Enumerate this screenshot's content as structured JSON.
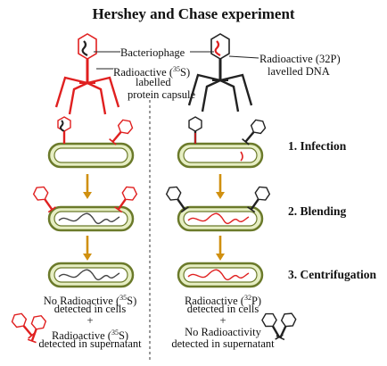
{
  "title": "Hershey and Chase experiment",
  "labels": {
    "bacteriophage": "Bacteriophage",
    "protein_capsule": {
      "prefix": "Radioactive (",
      "isotope_mass": "35",
      "isotope_symbol": "S)",
      "line2": "labelled",
      "line3": "protein capsule"
    },
    "dna": {
      "prefix": "Radioactive (32P)",
      "line2": "lavelled DNA"
    }
  },
  "steps": [
    "1. Infection",
    "2. Blending",
    "3. Centrifugation"
  ],
  "results": {
    "left": {
      "line1_prefix": "No Radioactive (",
      "line1_mass": "35",
      "line1_suffix": "S)",
      "line2": "detected in cells",
      "plus": "+",
      "line3_prefix": "Radioactive (",
      "line3_mass": "35",
      "line3_suffix": "S)",
      "line4": "detected in supernatant"
    },
    "right": {
      "line1_prefix": "Radioactive (",
      "line1_mass": "32",
      "line1_suffix": "P)",
      "line2": "detected in cells",
      "plus": "+",
      "line3": "No Radioactivity",
      "line4": "detected in supernatant"
    }
  },
  "colors": {
    "red_label": "#e02020",
    "black_label": "#111111",
    "cell_fill": "#e6eec3",
    "cell_border": "#6b7a2a",
    "arrow": "#d09010"
  }
}
